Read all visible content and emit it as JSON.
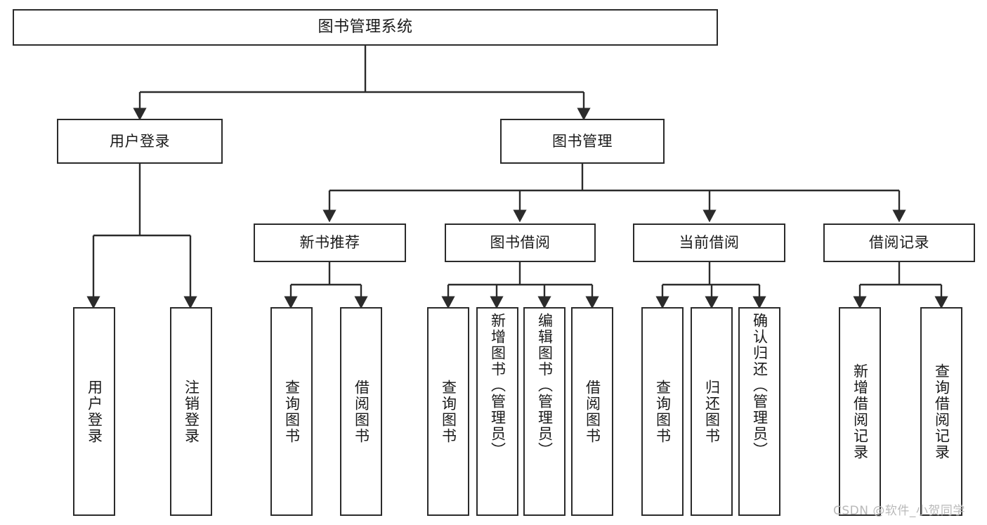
{
  "diagram": {
    "type": "tree-hierarchy",
    "title": "图书管理系统",
    "watermark": "CSDN @软件_小贺同学",
    "colors": {
      "box_border": "#2b2b2b",
      "box_fill": "#ffffff",
      "edge": "#2b2b2b",
      "text": "#1a1a1a",
      "watermark": "#b9b9b9",
      "background": "#ffffff"
    },
    "root": {
      "label": "图书管理系统"
    },
    "level2": [
      {
        "label": "用户登录"
      },
      {
        "label": "图书管理"
      }
    ],
    "level3": [
      {
        "label": "新书推荐"
      },
      {
        "label": "图书借阅"
      },
      {
        "label": "当前借阅"
      },
      {
        "label": "借阅记录"
      }
    ],
    "leaves": {
      "user_login": [
        {
          "label": "用户登录"
        },
        {
          "label": "注销登录"
        }
      ],
      "new_book": [
        {
          "label": "查询图书"
        },
        {
          "label": "借阅图书"
        }
      ],
      "book_borrow": [
        {
          "label": "查询图书"
        },
        {
          "label": "新增图书（管理员）"
        },
        {
          "label": "编辑图书（管理员）"
        },
        {
          "label": "借阅图书"
        }
      ],
      "current_borrow": [
        {
          "label": "查询图书"
        },
        {
          "label": "归还图书"
        },
        {
          "label": "确认归还（管理员）"
        }
      ],
      "borrow_record": [
        {
          "label": "新增借阅记录"
        },
        {
          "label": "查询借阅记录"
        }
      ]
    }
  }
}
